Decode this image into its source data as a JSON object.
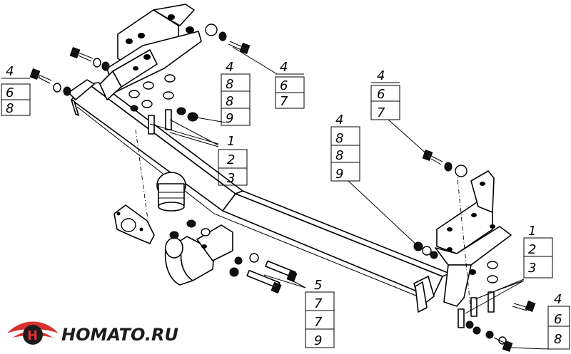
{
  "brand": {
    "name": "HOMATO.RU",
    "color_red": "#d8322f",
    "color_dark": "#1c1c1c"
  },
  "callouts": [
    {
      "id": "top-left",
      "lines": [
        "4",
        "6",
        "8"
      ]
    },
    {
      "id": "top-center-bolt",
      "lines": [
        "4",
        "6",
        "7"
      ]
    },
    {
      "id": "top-center-nut",
      "lines": [
        "4",
        "8",
        "8",
        "9"
      ]
    },
    {
      "id": "center-bolts",
      "lines": [
        "1",
        "2",
        "3"
      ]
    },
    {
      "id": "right-top-bolt",
      "lines": [
        "4",
        "6",
        "7"
      ]
    },
    {
      "id": "right-nut",
      "lines": [
        "4",
        "8",
        "8",
        "9"
      ]
    },
    {
      "id": "right-bolts",
      "lines": [
        "1",
        "2",
        "3"
      ]
    },
    {
      "id": "bottom-ball",
      "lines": [
        "5",
        "7",
        "7",
        "9"
      ]
    },
    {
      "id": "bottom-right",
      "lines": [
        "4",
        "6",
        "8"
      ]
    }
  ]
}
